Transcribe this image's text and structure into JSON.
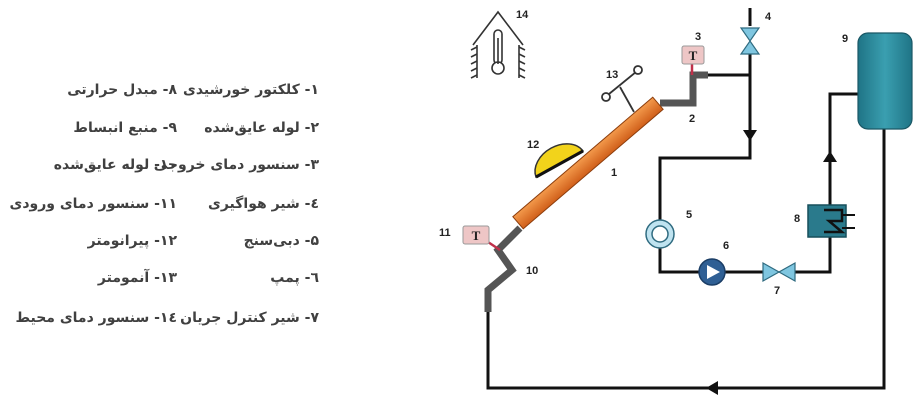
{
  "legend": {
    "right_column": [
      "۱- کلکتور خورشیدی",
      "۲- لوله عایق‌شده",
      "۳- سنسور دمای خروجی",
      "٤- شیر هواگیری",
      "۵- دبی‌سنج",
      "٦- پمپ",
      "۷- شیر کنترل جریان"
    ],
    "left_column": [
      "۸- مبدل حرارتی",
      "۹- منبع انبساط",
      "۱۰- لوله عایق‌شده",
      "۱۱- سنسور دمای ورودی",
      "۱۲- پیرانومتر",
      "۱۳- آنمومتر",
      "۱٤- سنسور دمای محیط"
    ]
  },
  "diagram": {
    "component_numbers": {
      "collector": "1",
      "outlet_pipe": "2",
      "outlet_sensor": "3",
      "air_valve": "4",
      "flow_meter": "5",
      "pump": "6",
      "control_valve": "7",
      "heat_exchanger": "8",
      "expansion_tank": "9",
      "inlet_pipe": "10",
      "inlet_sensor": "11",
      "pyranometer": "12",
      "anemometer": "13",
      "ambient_sensor": "14"
    },
    "sensor_letter": "T",
    "colors": {
      "pipe": "#111111",
      "insulated_pipe": "#555555",
      "collector": "#e2742a",
      "tank": "#2c8a9c",
      "valve": "#7fc6e0",
      "pump": "#2f5f94",
      "pyranometer": "#f2d31b",
      "sensor_box": "#eec6c6",
      "heat_exchanger": "#2a7a8c"
    }
  }
}
